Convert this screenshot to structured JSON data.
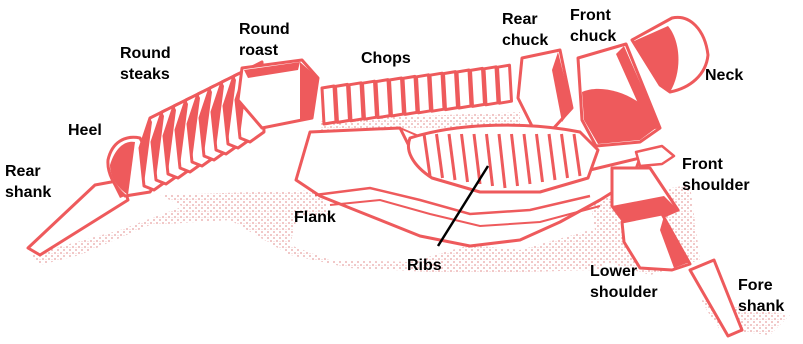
{
  "colors": {
    "meat": "#ee5a5c",
    "outline": "#ee5a5c",
    "fat": "#ffffff",
    "shadow": "#e8a7a7",
    "label": "#000000"
  },
  "labels": {
    "rear_shank_1": "Rear",
    "rear_shank_2": "shank",
    "heel": "Heel",
    "round_steaks_1": "Round",
    "round_steaks_2": "steaks",
    "round_roast_1": "Round",
    "round_roast_2": "roast",
    "chops": "Chops",
    "rear_chuck_1": "Rear",
    "rear_chuck_2": "chuck",
    "front_chuck_1": "Front",
    "front_chuck_2": "chuck",
    "neck": "Neck",
    "front_shoulder_1": "Front",
    "front_shoulder_2": "shoulder",
    "flank": "Flank",
    "ribs": "Ribs",
    "lower_shoulder_1": "Lower",
    "lower_shoulder_2": "shoulder",
    "fore_shank_1": "Fore",
    "fore_shank_2": "shank"
  }
}
